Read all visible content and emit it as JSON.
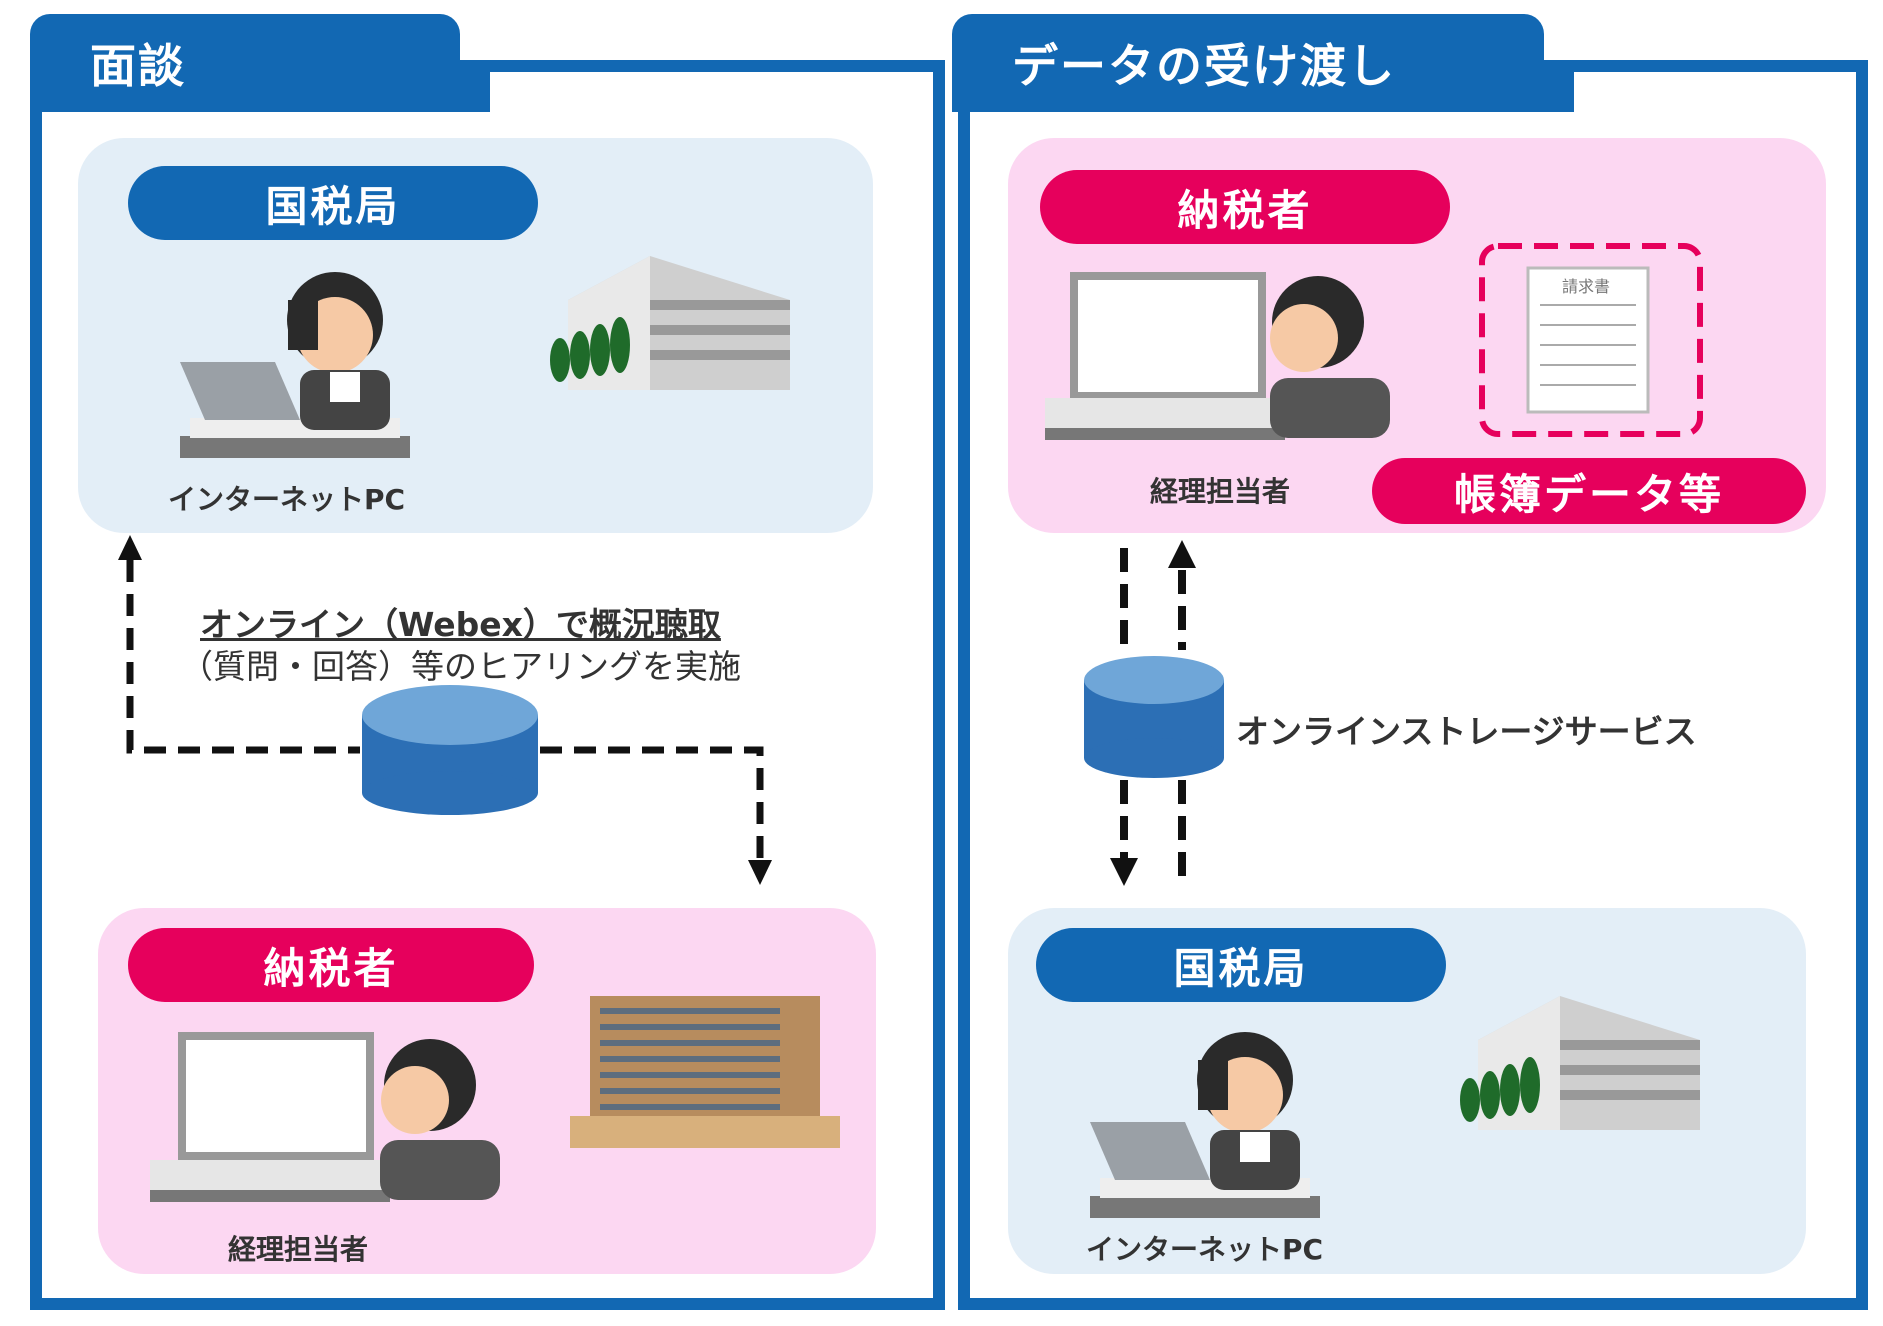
{
  "left": {
    "tab_title": "面談",
    "top_box": {
      "label": "国税局",
      "caption": "インターネットPC"
    },
    "bottom_box": {
      "label": "納税者",
      "caption": "経理担当者"
    },
    "note_line1": "オンライン（Webex）で概況聴取",
    "note_line2": "（質問・回答）等のヒアリングを実施"
  },
  "right": {
    "tab_title": "データの受け渡し",
    "top_box": {
      "label": "納税者",
      "caption": "経理担当者",
      "doc_tag": "帳簿データ等",
      "doc_title": "請求書"
    },
    "storage_label": "オンラインストレージサービス",
    "bottom_box": {
      "label": "国税局",
      "caption": "インターネットPC"
    }
  },
  "colors": {
    "blue": "#1268b3",
    "pink": "#e6005c",
    "light_blue_bg": "#e3eef7",
    "light_pink_bg": "#fcd7f2"
  }
}
